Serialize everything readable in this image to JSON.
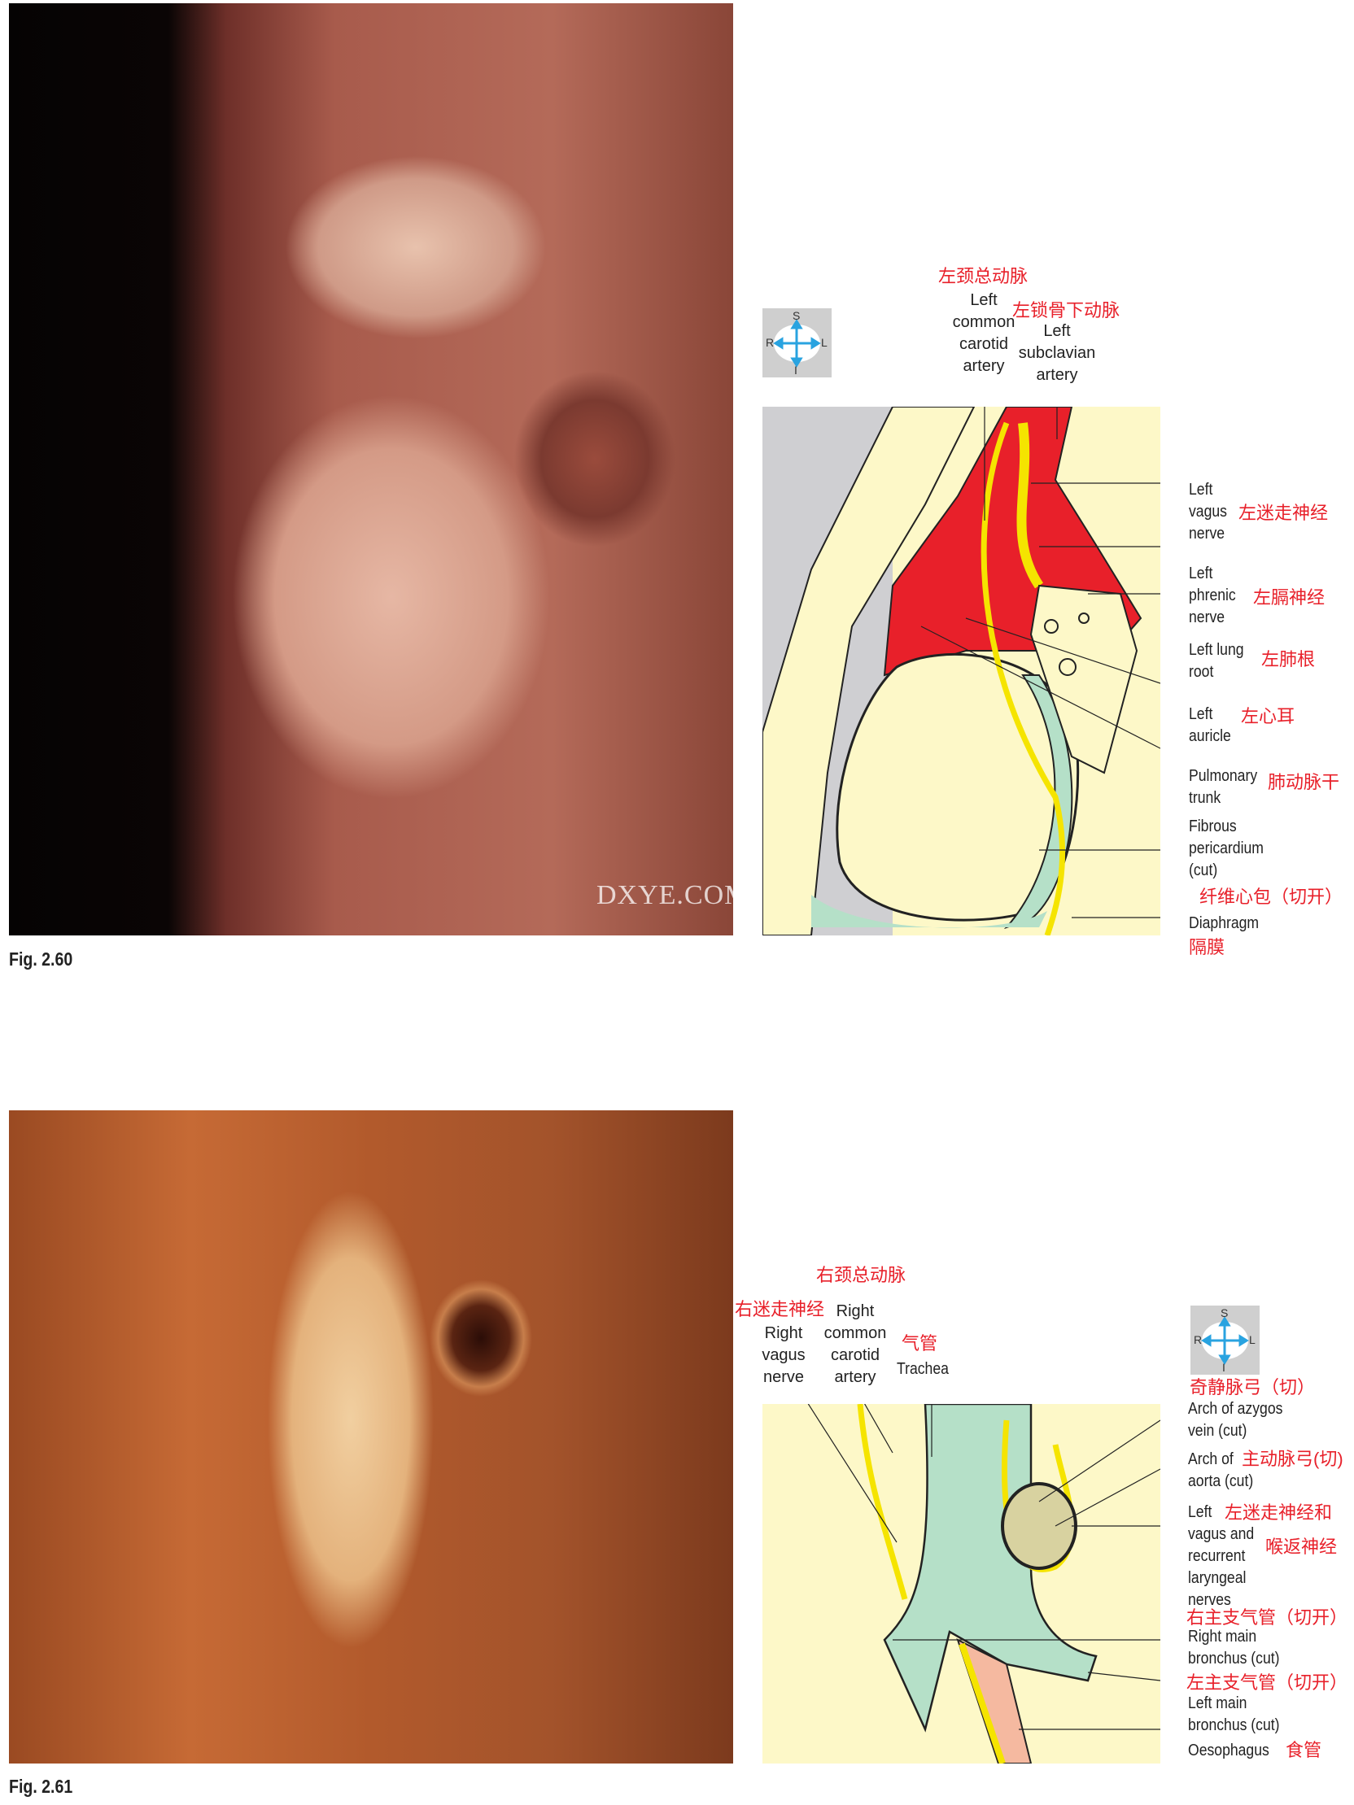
{
  "fig260": {
    "label": "Fig. 2.60",
    "watermark": "DXYE.COM",
    "compass": {
      "s": "S",
      "i": "I",
      "r": "R",
      "l": "L"
    },
    "labels": {
      "lcca_zh": "左颈总动脉",
      "lcca_en": [
        "Left",
        "common",
        "carotid",
        "artery"
      ],
      "lsa_zh": "左锁骨下动脉",
      "lsa_en": [
        "Left",
        "subclavian",
        "artery"
      ],
      "lvn_en": [
        "Left",
        "vagus",
        "nerve"
      ],
      "lvn_zh": "左迷走神经",
      "lpn_en": [
        "Left",
        "phrenic",
        "nerve"
      ],
      "lpn_zh": "左膈神经",
      "llr_en": [
        "Left lung",
        "root"
      ],
      "llr_zh": "左肺根",
      "la_en": [
        "Left",
        "auricle"
      ],
      "la_zh": "左心耳",
      "pt_en": [
        "Pulmonary",
        "trunk"
      ],
      "pt_zh": "肺动脉干",
      "fp_en": [
        "Fibrous",
        "pericardium",
        "(cut)"
      ],
      "fp_zh": "纤维心包（切开）",
      "d_en": "Diaphragm",
      "d_zh": "隔膜"
    }
  },
  "fig261": {
    "label": "Fig. 2.61",
    "compass": {
      "s": "S",
      "i": "I",
      "r": "R",
      "l": "L"
    },
    "labels": {
      "rcca_zh": "右颈总动脉",
      "rvn_zh": "右迷走神经",
      "rcca_en": [
        "Right",
        "common",
        "carotid",
        "artery"
      ],
      "rvn_en": [
        "Right",
        "vagus",
        "nerve"
      ],
      "tr_zh": "气管",
      "tr_en": "Trachea",
      "az_zh": "奇静脉弓（切）",
      "az_en": [
        "Arch of azygos",
        "vein (cut)"
      ],
      "ao_en1": "Arch of",
      "ao_zh": "主动脉弓(切)",
      "ao_en2": "aorta (cut)",
      "lv_en": [
        "Left",
        "vagus and",
        "recurrent",
        "laryngeal",
        "nerves"
      ],
      "lv_zh1": "左迷走神经和",
      "lv_zh2": "喉返神经",
      "rmb_zh": "右主支气管（切开）",
      "rmb_en": [
        "Right main",
        "bronchus (cut)"
      ],
      "lmb_zh": "左主支气管（切开）",
      "lmb_en": [
        "Left main",
        "bronchus (cut)"
      ],
      "oe_en": "Oesophagus",
      "oe_zh": "食管"
    }
  }
}
